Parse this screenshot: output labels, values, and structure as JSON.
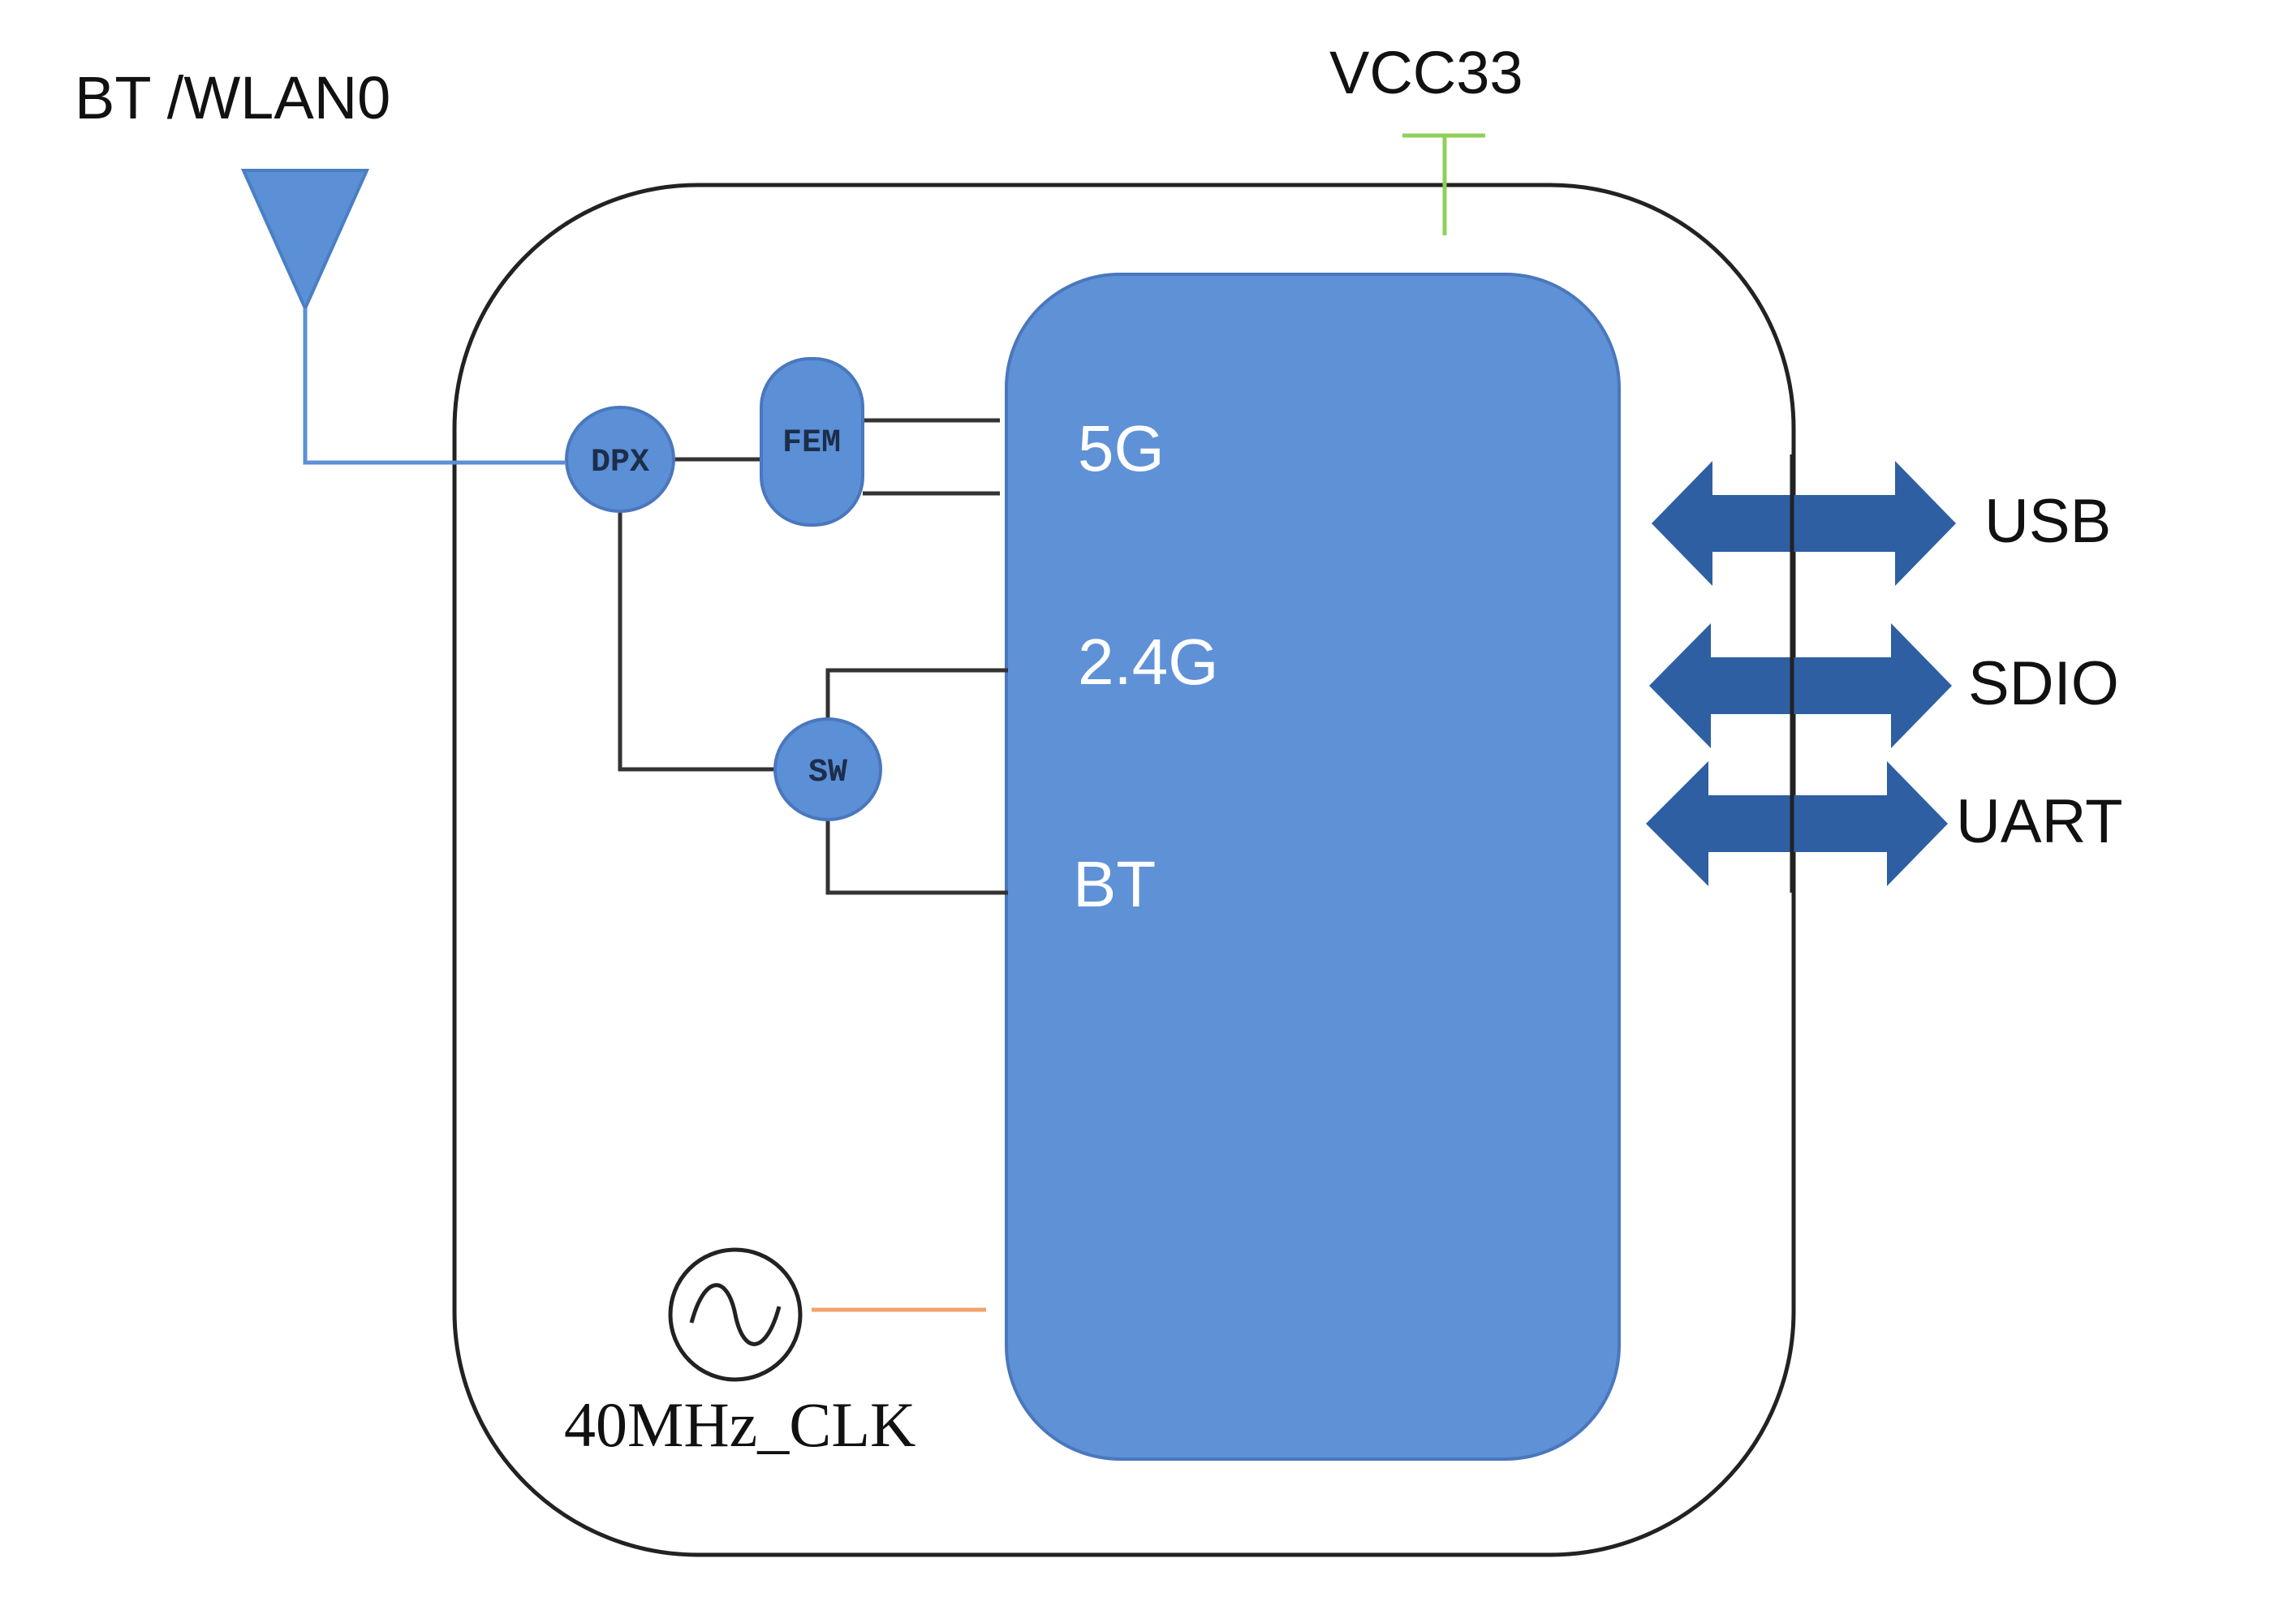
{
  "antenna": {
    "label": "BT /WLAN0"
  },
  "power": {
    "label": "VCC33"
  },
  "blocks": {
    "dpx": "DPX",
    "fem": "FEM",
    "sw": "SW"
  },
  "chip_ports": {
    "band_5g": "5G",
    "band_24g": "2.4G",
    "bt": "BT"
  },
  "clock": {
    "label": "40MHz_CLK"
  },
  "interfaces": [
    {
      "label": "USB"
    },
    {
      "label": "SDIO"
    },
    {
      "label": "UART"
    }
  ],
  "colors": {
    "chip_fill": "#5f91d7",
    "chip_stroke": "#4a77bd",
    "block_fill": "#5b8fd6",
    "arrow_fill": "#2e5fa3",
    "antenna_line": "#5b8fd6",
    "vcc_line": "#8fd05a",
    "clock_line": "#f2a36b",
    "wire": "#333333",
    "outline": "#222222"
  }
}
